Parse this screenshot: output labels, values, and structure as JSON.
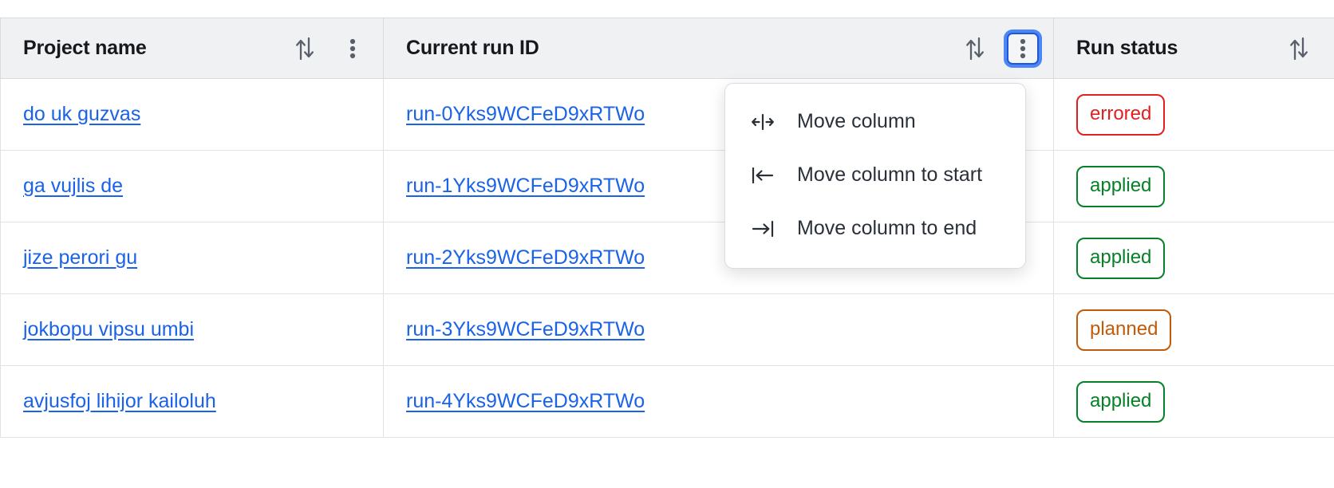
{
  "table": {
    "columns": [
      {
        "label": "Project name",
        "sort_icon": "sort-arrows-icon",
        "menu_icon": "kebab-menu-icon",
        "menu_focused": false
      },
      {
        "label": "Current run ID",
        "sort_icon": "sort-arrows-icon",
        "menu_icon": "kebab-menu-icon",
        "menu_focused": true
      },
      {
        "label": "Run status",
        "sort_icon": "sort-arrows-icon",
        "menu_icon": null,
        "menu_focused": false
      }
    ],
    "rows": [
      {
        "project_name": "do uk guzvas",
        "run_id": "run-0Yks9WCFeD9xRTWo",
        "status": "errored",
        "status_color": "#e02020"
      },
      {
        "project_name": "ga vujlis de",
        "run_id": "run-1Yks9WCFeD9xRTWo",
        "status": "applied",
        "status_color": "#068127"
      },
      {
        "project_name": "jize perori gu",
        "run_id": "run-2Yks9WCFeD9xRTWo",
        "status": "applied",
        "status_color": "#068127"
      },
      {
        "project_name": "jokbopu vipsu umbi",
        "run_id": "run-3Yks9WCFeD9xRTWo",
        "status": "planned",
        "status_color": "#c35a07"
      },
      {
        "project_name": "avjusfoj lihijor kailoluh",
        "run_id": "run-4Yks9WCFeD9xRTWo",
        "status": "applied",
        "status_color": "#068127"
      }
    ]
  },
  "column_menu": {
    "items": [
      {
        "label": "Move column",
        "icon": "move-column-icon"
      },
      {
        "label": "Move column to start",
        "icon": "move-column-to-start-icon"
      },
      {
        "label": "Move column to end",
        "icon": "move-column-to-end-icon"
      }
    ]
  },
  "colors": {
    "link": "#1a63e8",
    "focus_ring": "#4d86f7",
    "header_background": "#eff1f3",
    "border": "#dfe2e6"
  }
}
